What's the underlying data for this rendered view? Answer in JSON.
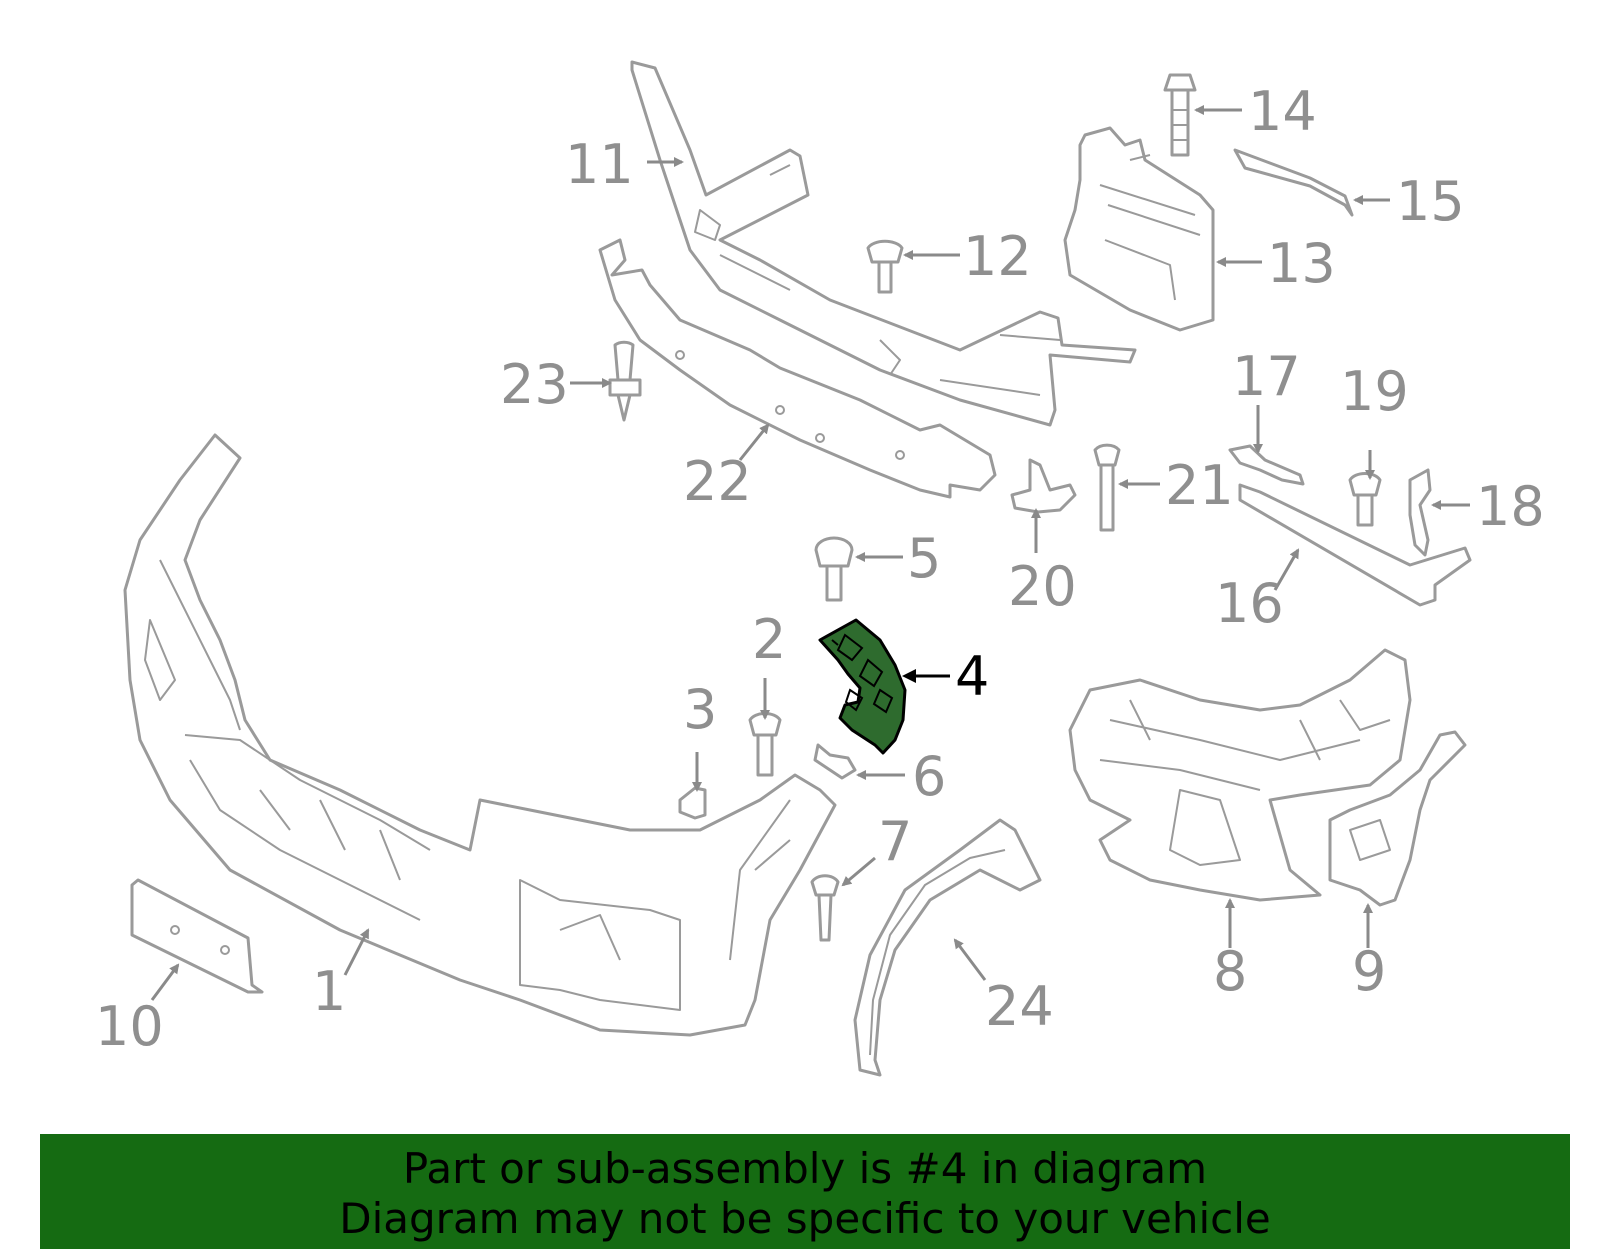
{
  "diagram": {
    "highlighted_part": "4",
    "callouts": [
      "1",
      "2",
      "3",
      "4",
      "5",
      "6",
      "7",
      "8",
      "9",
      "10",
      "11",
      "12",
      "13",
      "14",
      "15",
      "16",
      "17",
      "18",
      "19",
      "20",
      "21",
      "22",
      "23",
      "24"
    ]
  },
  "banner": {
    "line1": "Part or sub-assembly is #4 in diagram",
    "line2": "Diagram may not be specific to your vehicle"
  },
  "colors": {
    "highlight": "#2e6b2e",
    "banner": "#156b12",
    "line_art": "#9a9a9a"
  }
}
